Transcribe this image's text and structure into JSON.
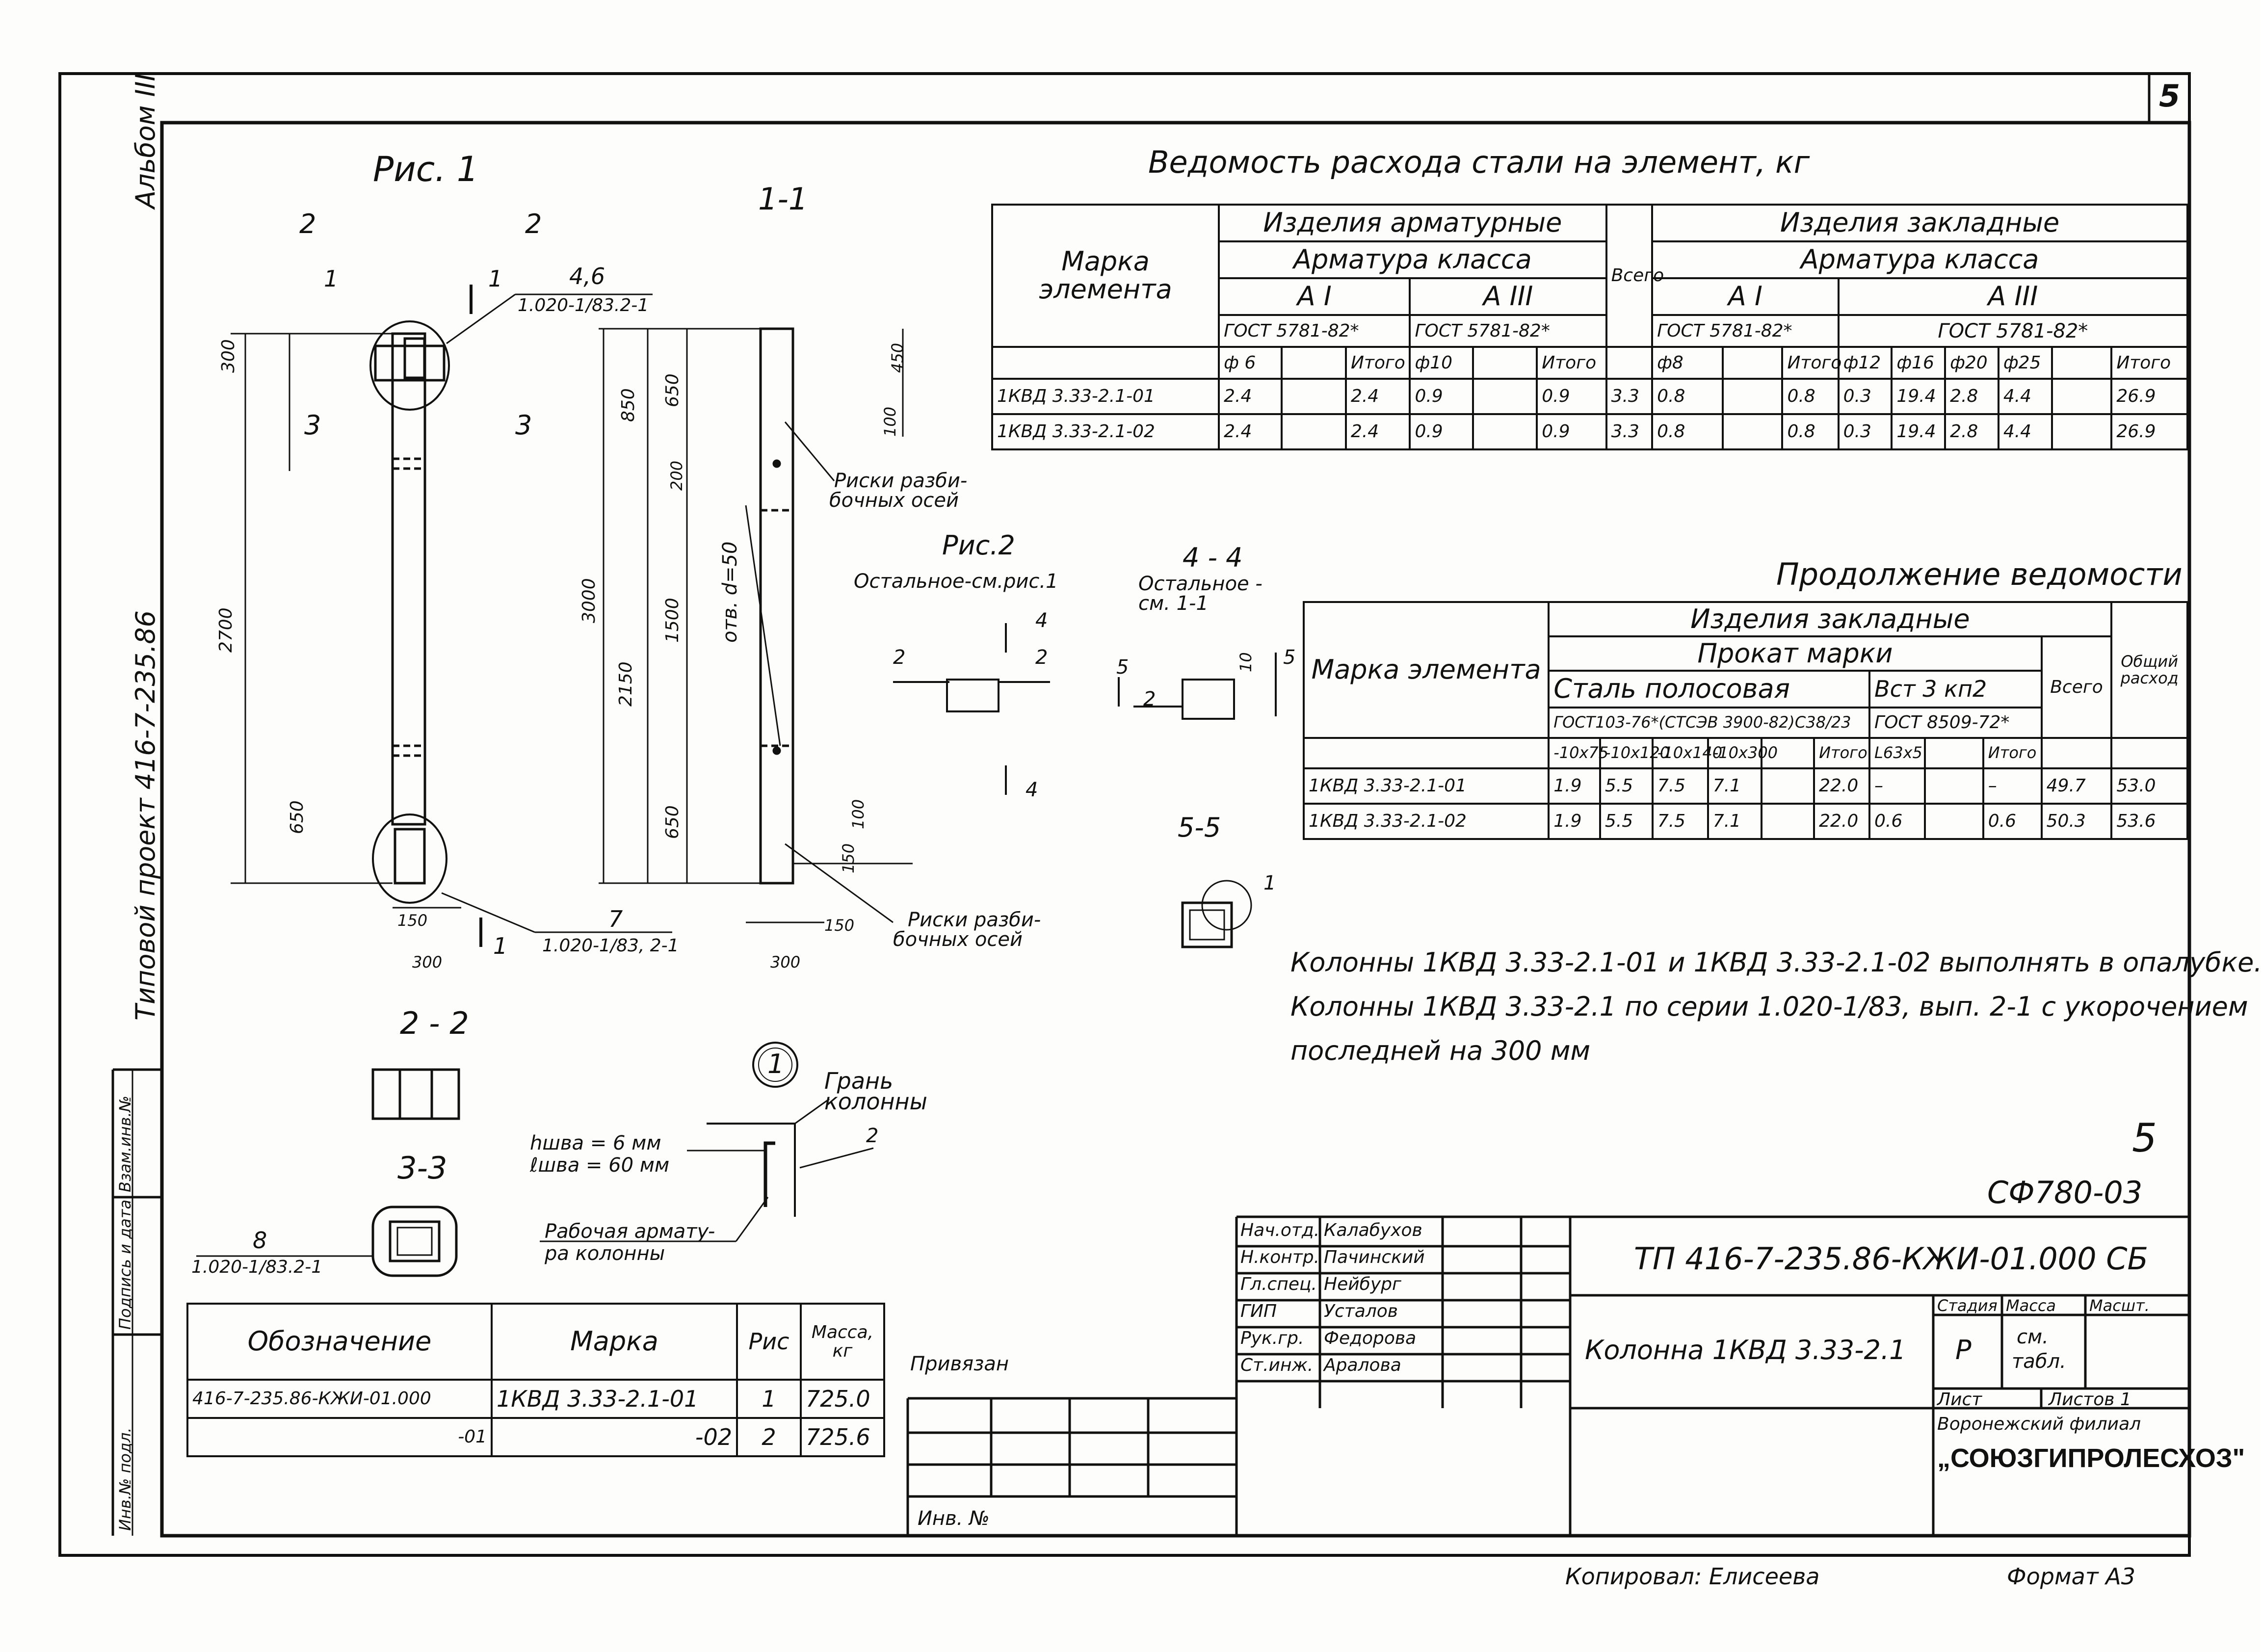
{
  "sheet_number": "5",
  "margin": {
    "album": "Альбом III",
    "project": "Типовой проект 416-7-235.86",
    "stamp_cells": [
      "Инв.№ подл.",
      "Подпись и дата",
      "Взам.инв.№"
    ]
  },
  "figure1": {
    "title": "Рис. 1",
    "section_1_1": "1-1",
    "cut_2": "2",
    "cut_3": "3",
    "cut_1": "1",
    "pos1": "1",
    "ref_top_dim": "4,6",
    "ref_top": "1.020-1/83.2-1",
    "ref_bottom_dim": "7",
    "ref_bottom": "1.020-1/83, 2-1",
    "dims_left": [
      "300",
      "2700",
      "650"
    ],
    "dims_mid": [
      "850",
      "650",
      "3000",
      "2150",
      "1500",
      "650",
      "200"
    ],
    "dims_right": [
      "450",
      "100",
      "100",
      "150",
      "300",
      "150",
      "300"
    ],
    "hole_label": "отв. d=50",
    "risk_label_1": "Риски разби-",
    "risk_label_2": "бочных осей"
  },
  "figure2": {
    "title": "Рис.2",
    "note": "Остальное-см.рис.1",
    "labels": [
      "4",
      "2",
      "2",
      "4"
    ]
  },
  "section_4_4": {
    "title": "4 - 4",
    "note_1": "Остальное -",
    "note_2": "см. 1-1",
    "labels": [
      "5",
      "2",
      "10",
      "5"
    ]
  },
  "section_5_5": {
    "title": "5-5",
    "label": "1"
  },
  "section_2_2": {
    "title": "2 - 2"
  },
  "section_3_3": {
    "title": "3-3",
    "ref_dim": "8",
    "ref": "1.020-1/83.2-1"
  },
  "detail1": {
    "num": "1",
    "edge_1": "Грань",
    "edge_2": "колонны",
    "h_weld": "hшва = 6 мм",
    "l_weld": "ℓшва = 60 мм",
    "pos": "2",
    "rebar_1": "Рабочая арматy-",
    "rebar_2": "ра колонны"
  },
  "steel_table": {
    "title": "Ведомость расхода стали на элемент, кг",
    "h_mark": "Марка элемента",
    "h_arm_items": "Изделия арматурные",
    "h_emb_items": "Изделия закладные",
    "h_arm_class": "Арматура класса",
    "h_total": "Всего",
    "h_AI": "A I",
    "h_AIII": "A III",
    "h_gost": "ГОСТ 5781-82*",
    "h_gost2": "ГОСТ 5781-82*",
    "cols_arm": [
      "ф 6",
      "",
      "Итого",
      "ф10",
      "",
      "Итого"
    ],
    "cols_emb_AI": [
      "ф8",
      "",
      "Итого"
    ],
    "cols_emb_AIII": [
      "ф12",
      "ф16",
      "ф20",
      "ф25",
      "",
      "Итого"
    ],
    "rows": [
      [
        "1КВД 3.33-2.1-01",
        "2.4",
        "",
        "2.4",
        "0.9",
        "",
        "0.9",
        "3.3",
        "0.8",
        "",
        "0.8",
        "0.3",
        "19.4",
        "2.8",
        "4.4",
        "",
        "26.9"
      ],
      [
        "1КВД 3.33-2.1-02",
        "2.4",
        "",
        "2.4",
        "0.9",
        "",
        "0.9",
        "3.3",
        "0.8",
        "",
        "0.8",
        "0.3",
        "19.4",
        "2.8",
        "4.4",
        "",
        "26.9"
      ]
    ]
  },
  "cont_table": {
    "title": "Продолжение ведомости",
    "h_mark": "Марка элемента",
    "h_emb": "Изделия закладные",
    "h_rolled": "Прокат марки",
    "h_strip": "Сталь полосовая",
    "h_vst": "Вст 3 кп2",
    "h_strip_gost": "ГОСТ103-76*(СТСЭВ 3900-82)С38/23",
    "h_vst_gost": "ГОСТ 8509-72*",
    "h_total": "Всего",
    "h_overall": "Общий расход",
    "cols": [
      "-10х75",
      "-10х120",
      "-10х140",
      "-10х300",
      "",
      "Итого",
      "L63х5",
      "",
      "Итого"
    ],
    "rows": [
      [
        "1КВД 3.33-2.1-01",
        "1.9",
        "5.5",
        "7.5",
        "7.1",
        "",
        "22.0",
        "–",
        "",
        "–",
        "49.7",
        "53.0"
      ],
      [
        "1КВД 3.33-2.1-02",
        "1.9",
        "5.5",
        "7.5",
        "7.1",
        "",
        "22.0",
        "0.6",
        "",
        "0.6",
        "50.3",
        "53.6"
      ]
    ]
  },
  "notes": [
    "Колонны 1КВД 3.33-2.1-01 и 1КВД 3.33-2.1-02 выполнять в опалубке.",
    "Колонны 1КВД 3.33-2.1 по серии 1.020-1/83, вып. 2-1 с укорочением",
    "последней на 300 мм"
  ],
  "handwritten_5": "5",
  "code_right": "СФ780-03",
  "spec_table": {
    "headers": [
      "Обозначение",
      "Марка",
      "Рис",
      "Масса, кг"
    ],
    "rows": [
      [
        "416-7-235.86-КЖИ-01.000",
        "1КВД 3.33-2.1-01",
        "1",
        "725.0"
      ],
      [
        "-01",
        "-02",
        "2",
        "725.6"
      ]
    ]
  },
  "title_block": {
    "bound": "Привязан",
    "inv": "Инв. №",
    "staff": [
      [
        "Нач.отд.",
        "Калабухов"
      ],
      [
        "Н.контр.",
        "Пачинский"
      ],
      [
        "Гл.спец.",
        "Нейбург"
      ],
      [
        "ГИП",
        "Усталов"
      ],
      [
        "Рук.гр.",
        "Федорова"
      ],
      [
        "Ст.инж.",
        "Аралова"
      ]
    ],
    "doc_code": "ТП 416-7-235.86-КЖИ-01.000 СБ",
    "element_name": "Колонна 1КВД 3.33-2.1",
    "stage_h": "Стадия",
    "mass_h": "Масса",
    "scale_h": "Масшт.",
    "stage": "Р",
    "mass_1": "см.",
    "mass_2": "табл.",
    "sheet_h": "Лист",
    "sheets_h": "Листов 1",
    "org_1": "Воронежский филиал",
    "org_2": "„СОЮЗГИПРОЛЕСХОЗ\""
  },
  "footer": {
    "copied": "Копировал: Елисеева",
    "format": "Формат А3"
  }
}
